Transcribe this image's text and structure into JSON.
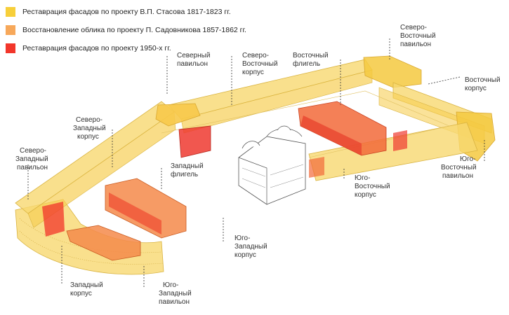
{
  "legend": [
    {
      "label": "Реставрация фасадов по проекту В.П. Стасова 1817-1823 гг.",
      "color": "#f7cf3a"
    },
    {
      "label": "Восстановление облика по проекту П. Садовникова 1857-1862 гг.",
      "color": "#f7a85a"
    },
    {
      "label": "Реставрация фасадов по проекту 1950-х гг.",
      "color": "#f2362b"
    }
  ],
  "labels": {
    "north_pavilion": [
      "Северный",
      "павильон"
    ],
    "ne_corps": [
      "Северо-",
      "Восточный",
      "корпус"
    ],
    "east_wing": [
      "Восточный",
      "флигель"
    ],
    "ne_pavilion": [
      "Северо-",
      "Восточный",
      "павильон"
    ],
    "east_corps": [
      "Восточный",
      "корпус"
    ],
    "nw_corps": [
      "Северо-",
      "Западный",
      "корпус"
    ],
    "nw_pavilion": [
      "Северо-",
      "Западный",
      "павильон"
    ],
    "west_wing": [
      "Западный",
      "флигель"
    ],
    "se_pavilion": [
      "Юго-",
      "Восточный",
      "павильон"
    ],
    "se_corps": [
      "Юго-",
      "Восточный",
      "корпус"
    ],
    "sw_corps": [
      "Юго-",
      "Западный",
      "корпус"
    ],
    "sw_pavilion": [
      "Юго-",
      "Западный",
      "павильон"
    ],
    "west_corps": [
      "Западный",
      "корпус"
    ]
  }
}
